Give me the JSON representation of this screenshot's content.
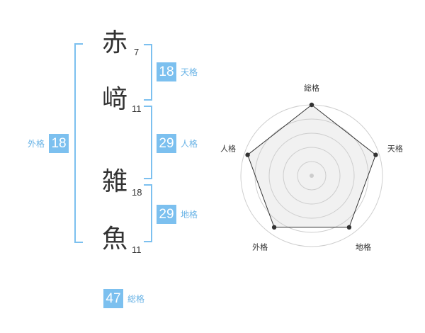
{
  "name_chars": [
    {
      "char": "赤",
      "strokes": "7"
    },
    {
      "char": "﨑",
      "strokes": "11"
    },
    {
      "char": "雑",
      "strokes": "18"
    },
    {
      "char": "魚",
      "strokes": "11"
    }
  ],
  "scores": {
    "tenkaku": {
      "value": "18",
      "label": "天格"
    },
    "jinkaku": {
      "value": "29",
      "label": "人格"
    },
    "chikaku": {
      "value": "29",
      "label": "地格"
    },
    "gaikaku": {
      "value": "18",
      "label": "外格"
    },
    "soukaku": {
      "value": "47",
      "label": "総格"
    }
  },
  "colors": {
    "accent": "#7cc0ef",
    "label": "#69b3e6"
  },
  "chart_data": {
    "type": "radar",
    "axes": [
      "総格",
      "天格",
      "地格",
      "外格",
      "人格"
    ],
    "values": [
      1.0,
      0.95,
      0.9,
      0.9,
      0.95
    ],
    "rings": 5,
    "grid": true
  }
}
